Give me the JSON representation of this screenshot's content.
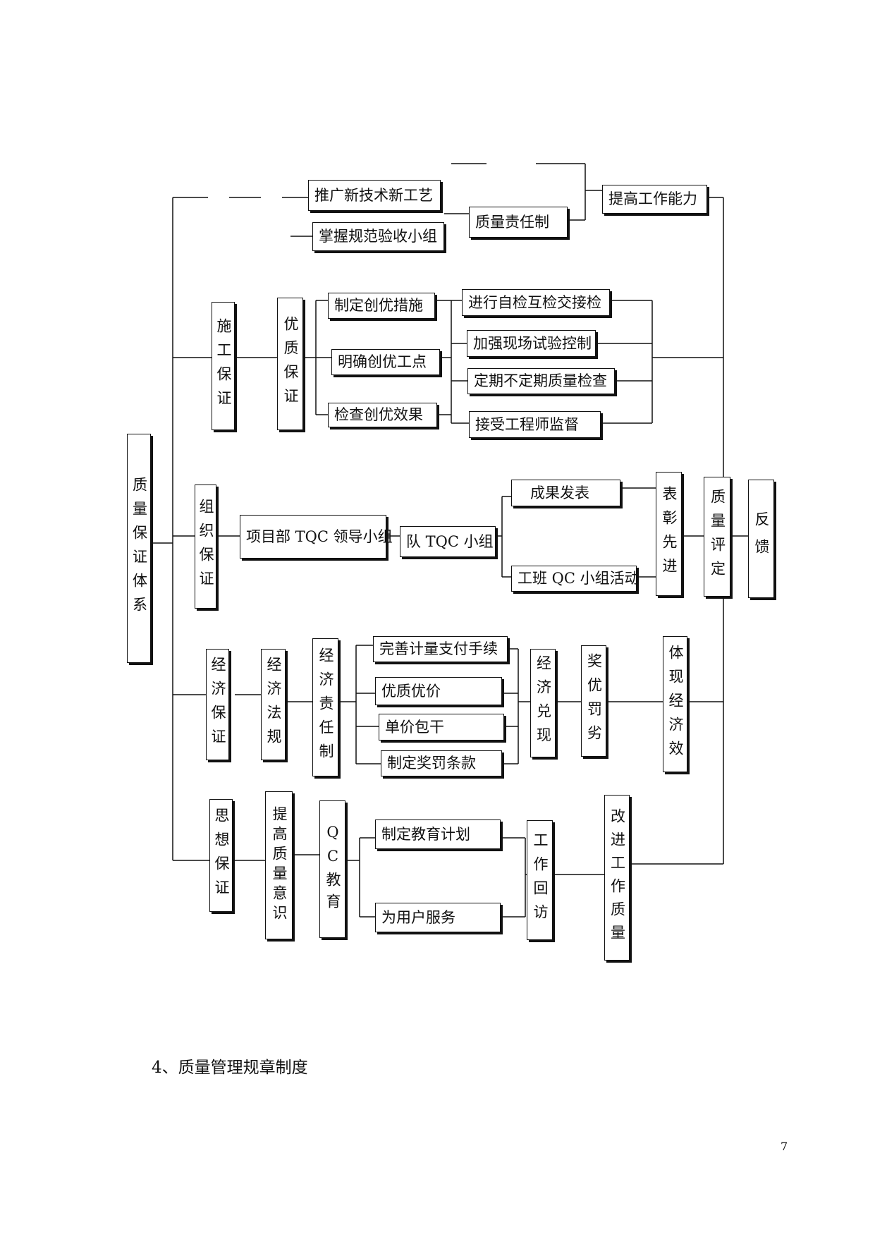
{
  "diagram": {
    "root": "质量保证体系",
    "branches": {
      "top": {
        "items": [
          "推广新技术新工艺",
          "掌握规范验收小组"
        ],
        "middle": "质量责任制",
        "result": "提高工作能力"
      },
      "construction": {
        "label": "施工保证",
        "sub": "优质保证",
        "measures": [
          "制定创优措施",
          "明确创优工点",
          "检查创优效果"
        ],
        "checks": [
          "进行自检互检交接检",
          "加强现场试验控制",
          "定期不定期质量检查",
          "接受工程师监督"
        ]
      },
      "organization": {
        "label": "组织保证",
        "leader": "项目部 TQC 领导小组",
        "team": "队 TQC 小组",
        "outputs": [
          "成果发表",
          "工班 QC 小组活动"
        ],
        "commend": "表彰先进"
      },
      "economic": {
        "label": "经济保证",
        "law": "经济法规",
        "responsibility": "经济责任制",
        "items": [
          "完善计量支付手续",
          "优质优价",
          "单价包干",
          "制定奖罚条款"
        ],
        "fulfill": "经济兑现",
        "reward": "奖优罚劣",
        "benefit": "体现经济效"
      },
      "ideology": {
        "label": "思想保证",
        "awareness": "提高质量意识",
        "education": "QC教育",
        "items": [
          "制定教育计划",
          "为用户服务"
        ],
        "revisit": "工作回访",
        "improve": "改进工作质量"
      }
    },
    "evaluation": "质量评定",
    "feedback": "反馈"
  },
  "section_heading": "4、质量管理规章制度",
  "page_number": "7"
}
